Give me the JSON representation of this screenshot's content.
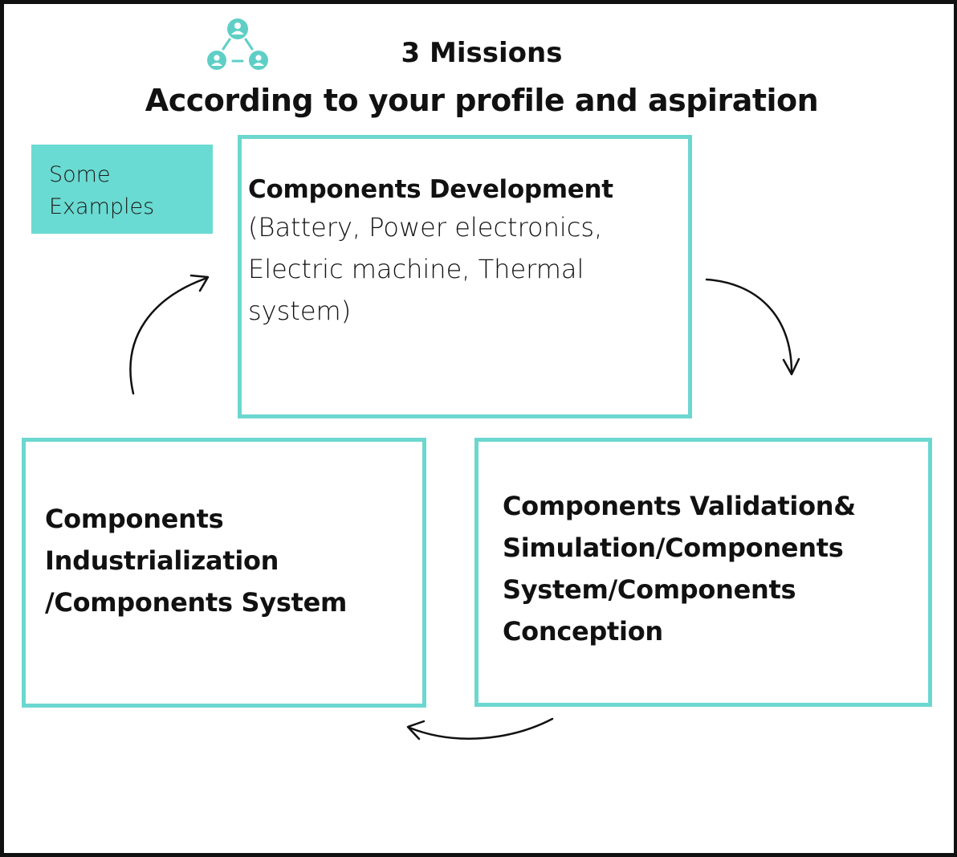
{
  "header": {
    "icon": "people-network-icon",
    "title_line1": "3 Missions",
    "title_line2": "According to your profile and aspiration"
  },
  "tag": {
    "line1": "Some",
    "line2": "Examples"
  },
  "missions": {
    "top": {
      "title": "Components Development",
      "body": "(Battery, Power electronics, Electric machine, Thermal system)"
    },
    "left": {
      "title": "Components Industrialization /Components System"
    },
    "right": {
      "title": "Components Validation& Simulation/Components System/Components Conception"
    }
  },
  "colors": {
    "accent": "#6cd7cf",
    "tag_fill": "#6adbd2",
    "text": "#111111"
  }
}
